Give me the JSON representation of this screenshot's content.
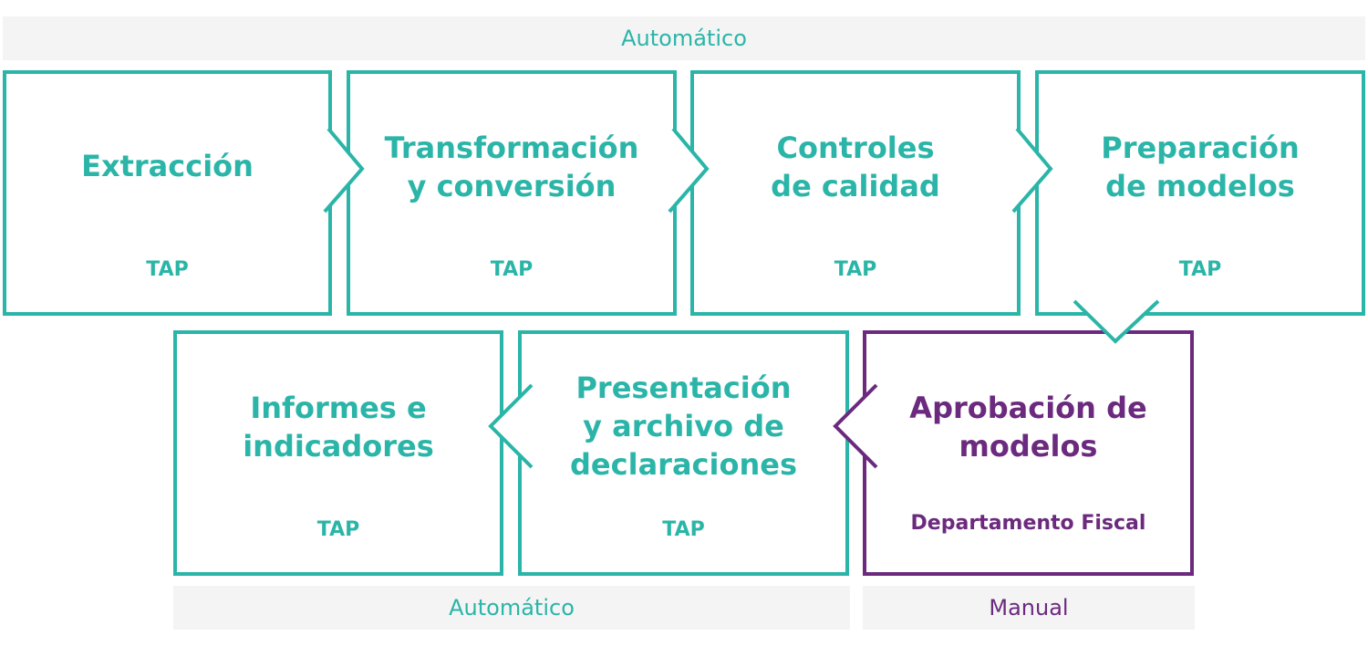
{
  "colors": {
    "teal": "#2bb5a8",
    "purple": "#6b2a7e",
    "band": "#f4f4f4"
  },
  "bands": {
    "top": "Automático",
    "bottom_auto": "Automático",
    "bottom_manual": "Manual"
  },
  "steps": [
    {
      "title": "Extracción",
      "owner": "TAP",
      "mode": "auto"
    },
    {
      "title": "Transformación\ny conversión",
      "owner": "TAP",
      "mode": "auto"
    },
    {
      "title": "Controles\nde calidad",
      "owner": "TAP",
      "mode": "auto"
    },
    {
      "title": "Preparación\nde modelos",
      "owner": "TAP",
      "mode": "auto"
    },
    {
      "title": "Aprobación de\nmodelos",
      "owner": "Departamento Fiscal",
      "mode": "manual"
    },
    {
      "title": "Presentación\ny archivo de\ndeclaraciones",
      "owner": "TAP",
      "mode": "auto"
    },
    {
      "title": "Informes e\nindicadores",
      "owner": "TAP",
      "mode": "auto"
    }
  ]
}
